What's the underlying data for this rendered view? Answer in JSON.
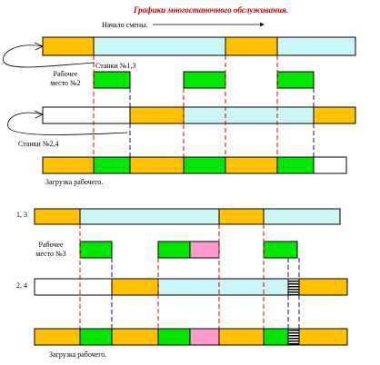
{
  "title": "Графики многостаночного обслуживания.",
  "labels": {
    "shift_start": "Начало смены.",
    "machines_1_3": "Станки №1,3",
    "workplace_2_line1": "Рабочее",
    "workplace_2_line2": "место №2",
    "machines_2_4": "Станки №2,4",
    "worker_load_1": "Загрузка рабочего.",
    "row_1_3": "1, 3",
    "workplace_3_line1": "Рабочее",
    "workplace_3_line2": "место №3",
    "row_2_4": "2, 4",
    "worker_load_2": "Загрузка рабочего."
  },
  "legend_colors": {
    "machine_work": "#ffc000",
    "auto_run": "#ccf5f5",
    "worker_at_machine": "#00e600",
    "extra_operation": "#ff99cc",
    "idle": "#ffffff",
    "divider_red": "#e00000",
    "divider_blue": "#0000cc",
    "title_red": "#cc0000"
  }
}
